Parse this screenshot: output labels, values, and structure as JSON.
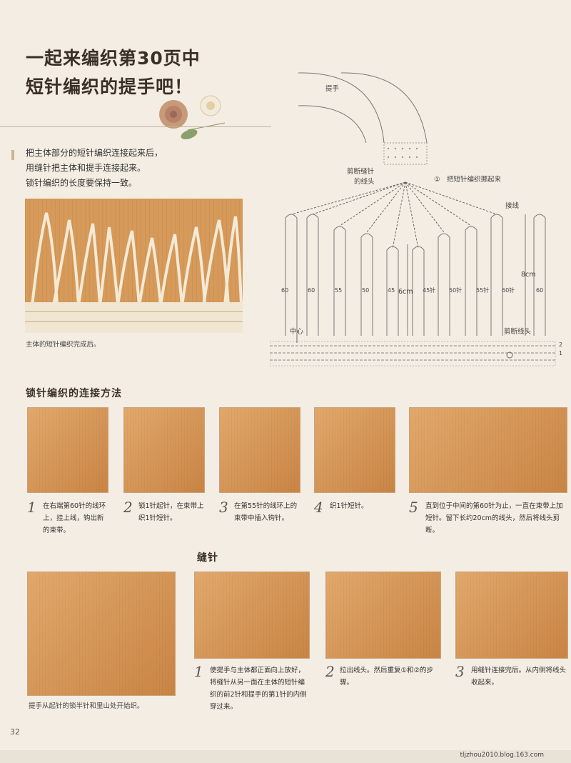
{
  "title": {
    "line1": "一起来编织第30页中",
    "line2": "短针编织的提手吧！"
  },
  "intro": {
    "line1": "把主体部分的短针编织连接起来后，",
    "line2": "用缝针把主体和提手连接起来。",
    "line3": "锁针编织的长度要保持一致。"
  },
  "photo_caption": "主体的短针编织完成后。",
  "diagram": {
    "handle_label": "提手",
    "cut_label1": "剪断缝针",
    "cut_label2": "的线头",
    "step1_circle": "①",
    "step1_label": "把短针编织挪起来",
    "join_label": "接线",
    "dim_8cm": "8cm",
    "dim_6cm": "6cm",
    "center_label": "中心",
    "cut_end_label": "剪断线头",
    "loops": [
      "60",
      "60",
      "55",
      "50",
      "45",
      "45针",
      "50针",
      "55针",
      "60针",
      "60"
    ],
    "row_marks": [
      "2",
      "1"
    ]
  },
  "section1": "锁针编织的连接方法",
  "steps": [
    {
      "num": "1",
      "text": "在右端第60针的线环上，挂上线，钩出新的束带。"
    },
    {
      "num": "2",
      "text": "锁1针起针，在束带上织1针短针。"
    },
    {
      "num": "3",
      "text": "在第55针的线环上的束带中插入钩针。"
    },
    {
      "num": "4",
      "text": "织1针短针。"
    },
    {
      "num": "5",
      "text": "直到位于中间的第60针为止，一直在束带上加短针。留下长约20cm的线头，然后将线头剪断。"
    }
  ],
  "section2": "缝针",
  "sew_caption": "提手从起针的锁半针和里山处开始织。",
  "sew_steps": [
    {
      "num": "1",
      "text": "使提手与主体都正面向上放好，将缝针从另一面在主体的短针编织的前2针和提手的第1针的内侧穿过来。"
    },
    {
      "num": "2",
      "text": "拉出线头。然后重复①和②的步骤。"
    },
    {
      "num": "3",
      "text": "用缝针连接完后。从内侧将线头收起来。"
    }
  ],
  "page_number": "32",
  "url": "tljzhou2010.blog.163.com"
}
